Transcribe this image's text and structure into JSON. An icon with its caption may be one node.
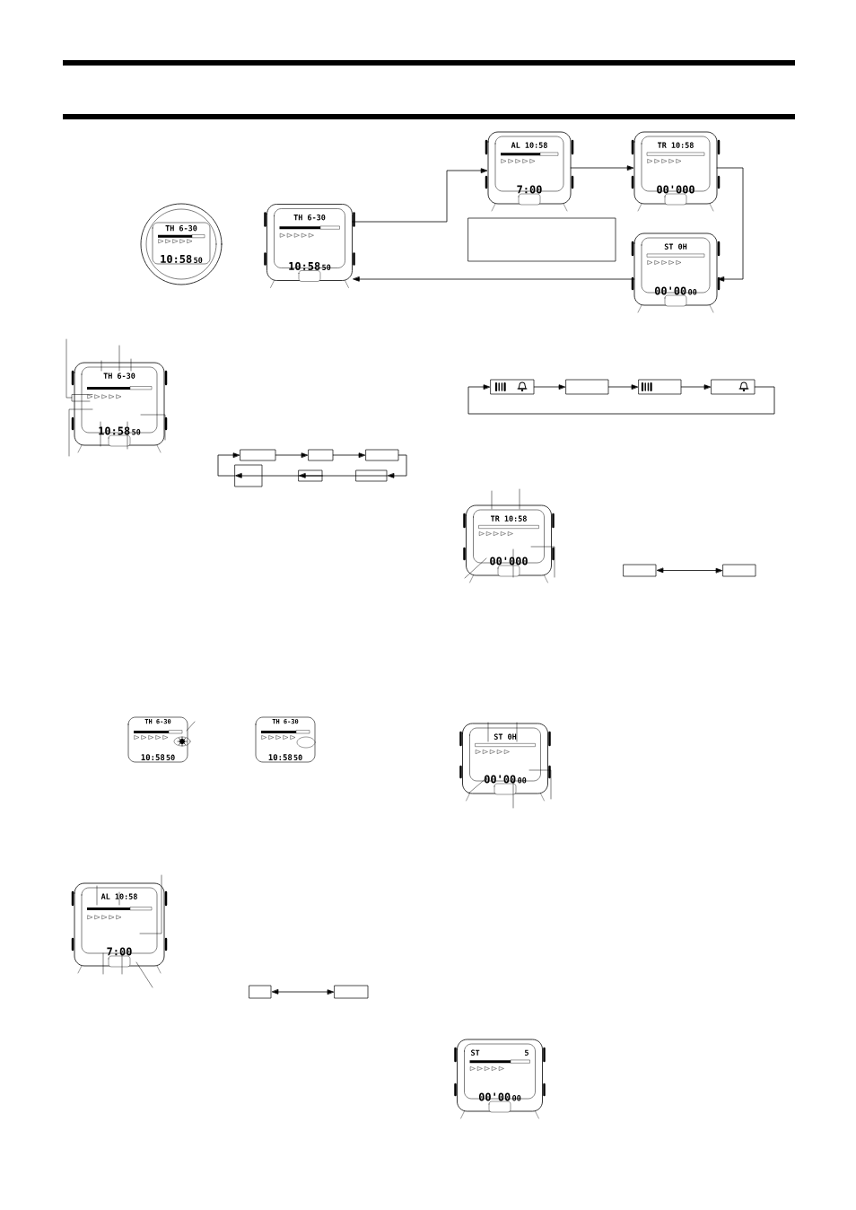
{
  "diagram": {
    "nodes": [
      {
        "text": [
          "TH 6-30",
          "10:58",
          "50"
        ]
      },
      {
        "text": [
          "TH 6-30",
          "10:58",
          "50"
        ]
      },
      {
        "text": [
          "AL 10:58",
          "7:00"
        ]
      },
      {
        "text": [
          "TR 10:58",
          "00'000"
        ]
      },
      {
        "text": [],
        "shape": "box"
      },
      {
        "text": [
          "ST 0H",
          "00'00",
          "00"
        ]
      },
      {
        "text": [
          "TH 6-30",
          "10:58",
          "50"
        ]
      },
      {
        "text": [],
        "shape": "box"
      },
      {
        "text": [],
        "shape": "box"
      },
      {
        "text": [],
        "shape": "box"
      },
      {
        "text": [],
        "shape": "box"
      },
      {
        "text": [],
        "shape": "box"
      },
      {
        "text": [],
        "shape": "box"
      },
      {
        "text": [],
        "shape": "box"
      },
      {
        "text": [],
        "shape": "box"
      },
      {
        "text": [],
        "shape": "box"
      },
      {
        "text": [],
        "shape": "box"
      },
      {
        "text": [
          "TR 10:58",
          "00'000"
        ]
      },
      {
        "text": [],
        "shape": "box"
      },
      {
        "text": [],
        "shape": "box"
      },
      {
        "text": [
          "TH 6-30",
          "10:58",
          "50"
        ]
      },
      {
        "text": [
          "TH 6-30",
          "10:58",
          "50"
        ]
      },
      {
        "text": [
          "ST 0H",
          "00'00",
          "00"
        ]
      },
      {
        "text": [
          "AL 10:58",
          "7:00"
        ]
      },
      {
        "text": [],
        "shape": "box"
      },
      {
        "text": [],
        "shape": "box"
      },
      {
        "text": [
          "ST",
          "5",
          "00'00",
          "00"
        ]
      }
    ],
    "edges": [
      {
        "from": 1,
        "to": 2,
        "arrow": "to"
      },
      {
        "from": 2,
        "to": 3,
        "arrow": "to"
      },
      {
        "from": 3,
        "to": 5,
        "arrow": "to"
      },
      {
        "from": 5,
        "to": 1,
        "arrow": "to"
      },
      {
        "from": 10,
        "to": 7,
        "arrow": "to"
      },
      {
        "from": 7,
        "to": 8,
        "arrow": "to"
      },
      {
        "from": 8,
        "to": 9,
        "arrow": "to"
      },
      {
        "from": 9,
        "to": 12,
        "arrow": "to"
      },
      {
        "from": 12,
        "to": 11,
        "arrow": "to"
      },
      {
        "from": 11,
        "to": 10,
        "arrow": "to"
      },
      {
        "from": 13,
        "to": 14,
        "arrow": "to"
      },
      {
        "from": 14,
        "to": 15,
        "arrow": "to"
      },
      {
        "from": 15,
        "to": 16,
        "arrow": "to"
      },
      {
        "from": 16,
        "to": 13,
        "arrow": "to"
      },
      {
        "from": 18,
        "to": 19,
        "arrow": "both"
      },
      {
        "from": 24,
        "to": 25,
        "arrow": "both"
      },
      {
        "from": null,
        "to": 6,
        "arrow": "none"
      },
      {
        "from": null,
        "to": 6,
        "arrow": "none"
      },
      {
        "from": null,
        "to": 6,
        "arrow": "none"
      },
      {
        "from": null,
        "to": 6,
        "arrow": "none"
      },
      {
        "from": null,
        "to": 6,
        "arrow": "none"
      },
      {
        "from": null,
        "to": 6,
        "arrow": "none"
      },
      {
        "from": null,
        "to": 6,
        "arrow": "none"
      },
      {
        "from": null,
        "to": 6,
        "arrow": "none"
      },
      {
        "from": null,
        "to": 6,
        "arrow": "none"
      },
      {
        "from": null,
        "to": 17,
        "arrow": "none"
      },
      {
        "from": null,
        "to": 17,
        "arrow": "none"
      },
      {
        "from": null,
        "to": 17,
        "arrow": "none"
      },
      {
        "from": null,
        "to": 17,
        "arrow": "none"
      },
      {
        "from": null,
        "to": 17,
        "arrow": "none"
      },
      {
        "from": null,
        "to": 22,
        "arrow": "none"
      },
      {
        "from": null,
        "to": 22,
        "arrow": "none"
      },
      {
        "from": null,
        "to": 22,
        "arrow": "none"
      },
      {
        "from": null,
        "to": 22,
        "arrow": "none"
      },
      {
        "from": null,
        "to": 22,
        "arrow": "none"
      },
      {
        "from": null,
        "to": 23,
        "arrow": "none"
      },
      {
        "from": null,
        "to": 23,
        "arrow": "none"
      },
      {
        "from": null,
        "to": 23,
        "arrow": "none"
      },
      {
        "from": null,
        "to": 23,
        "arrow": "none"
      },
      {
        "from": null,
        "to": 23,
        "arrow": "none"
      },
      {
        "from": null,
        "to": 23,
        "arrow": "none"
      },
      {
        "from": null,
        "to": 20,
        "arrow": "none"
      }
    ]
  }
}
